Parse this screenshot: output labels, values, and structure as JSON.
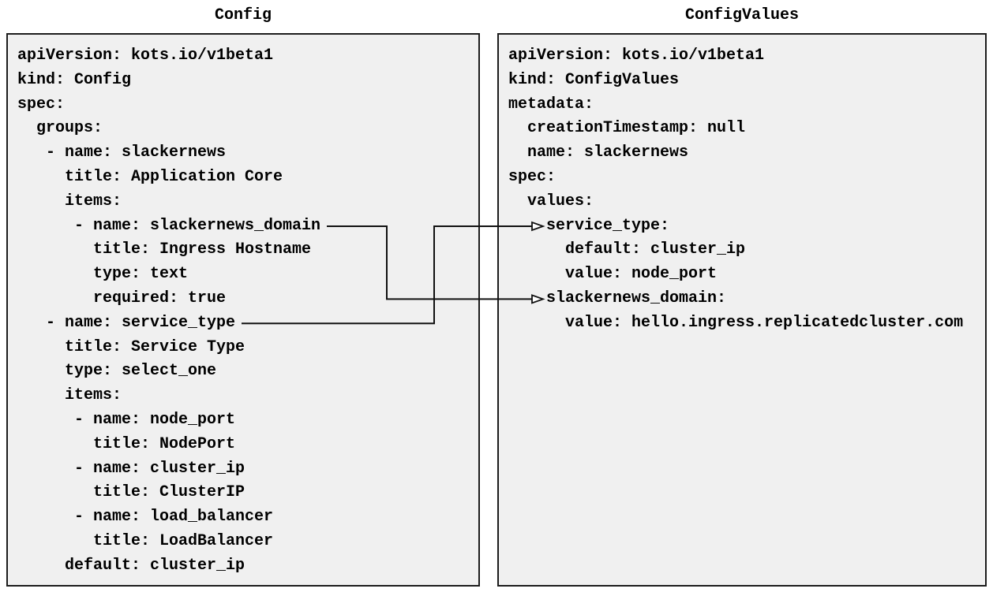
{
  "diagram": {
    "colors": {
      "page_bg": "#ffffff",
      "panel_bg": "#f0f0f0",
      "panel_border": "#1c1c1c",
      "text": "#000000",
      "arrow": "#111111"
    },
    "config_panel": {
      "title": "Config",
      "lines": [
        "apiVersion: kots.io/v1beta1",
        "kind: Config",
        "spec:",
        "  groups:",
        "   - name: slackernews",
        "     title: Application Core",
        "     items:",
        "      - name: slackernews_domain",
        "        title: Ingress Hostname",
        "        type: text",
        "        required: true",
        "   - name: service_type",
        "     title: Service Type",
        "     type: select_one",
        "     items:",
        "      - name: node_port",
        "        title: NodePort",
        "      - name: cluster_ip",
        "        title: ClusterIP",
        "      - name: load_balancer",
        "        title: LoadBalancer",
        "     default: cluster_ip"
      ]
    },
    "configvalues_panel": {
      "title": "ConfigValues",
      "lines": [
        "apiVersion: kots.io/v1beta1",
        "kind: ConfigValues",
        "metadata:",
        "  creationTimestamp: null",
        "  name: slackernews",
        "spec:",
        "  values:",
        "    service_type:",
        "      default: cluster_ip",
        "      value: node_port",
        "    slackernews_domain:",
        "      value: hello.ingress.replicatedcluster.com"
      ]
    },
    "connections": [
      {
        "from": "Config item name: slackernews_domain",
        "to": "ConfigValues key: slackernews_domain"
      },
      {
        "from": "Config item name: service_type",
        "to": "ConfigValues key: service_type"
      }
    ]
  }
}
